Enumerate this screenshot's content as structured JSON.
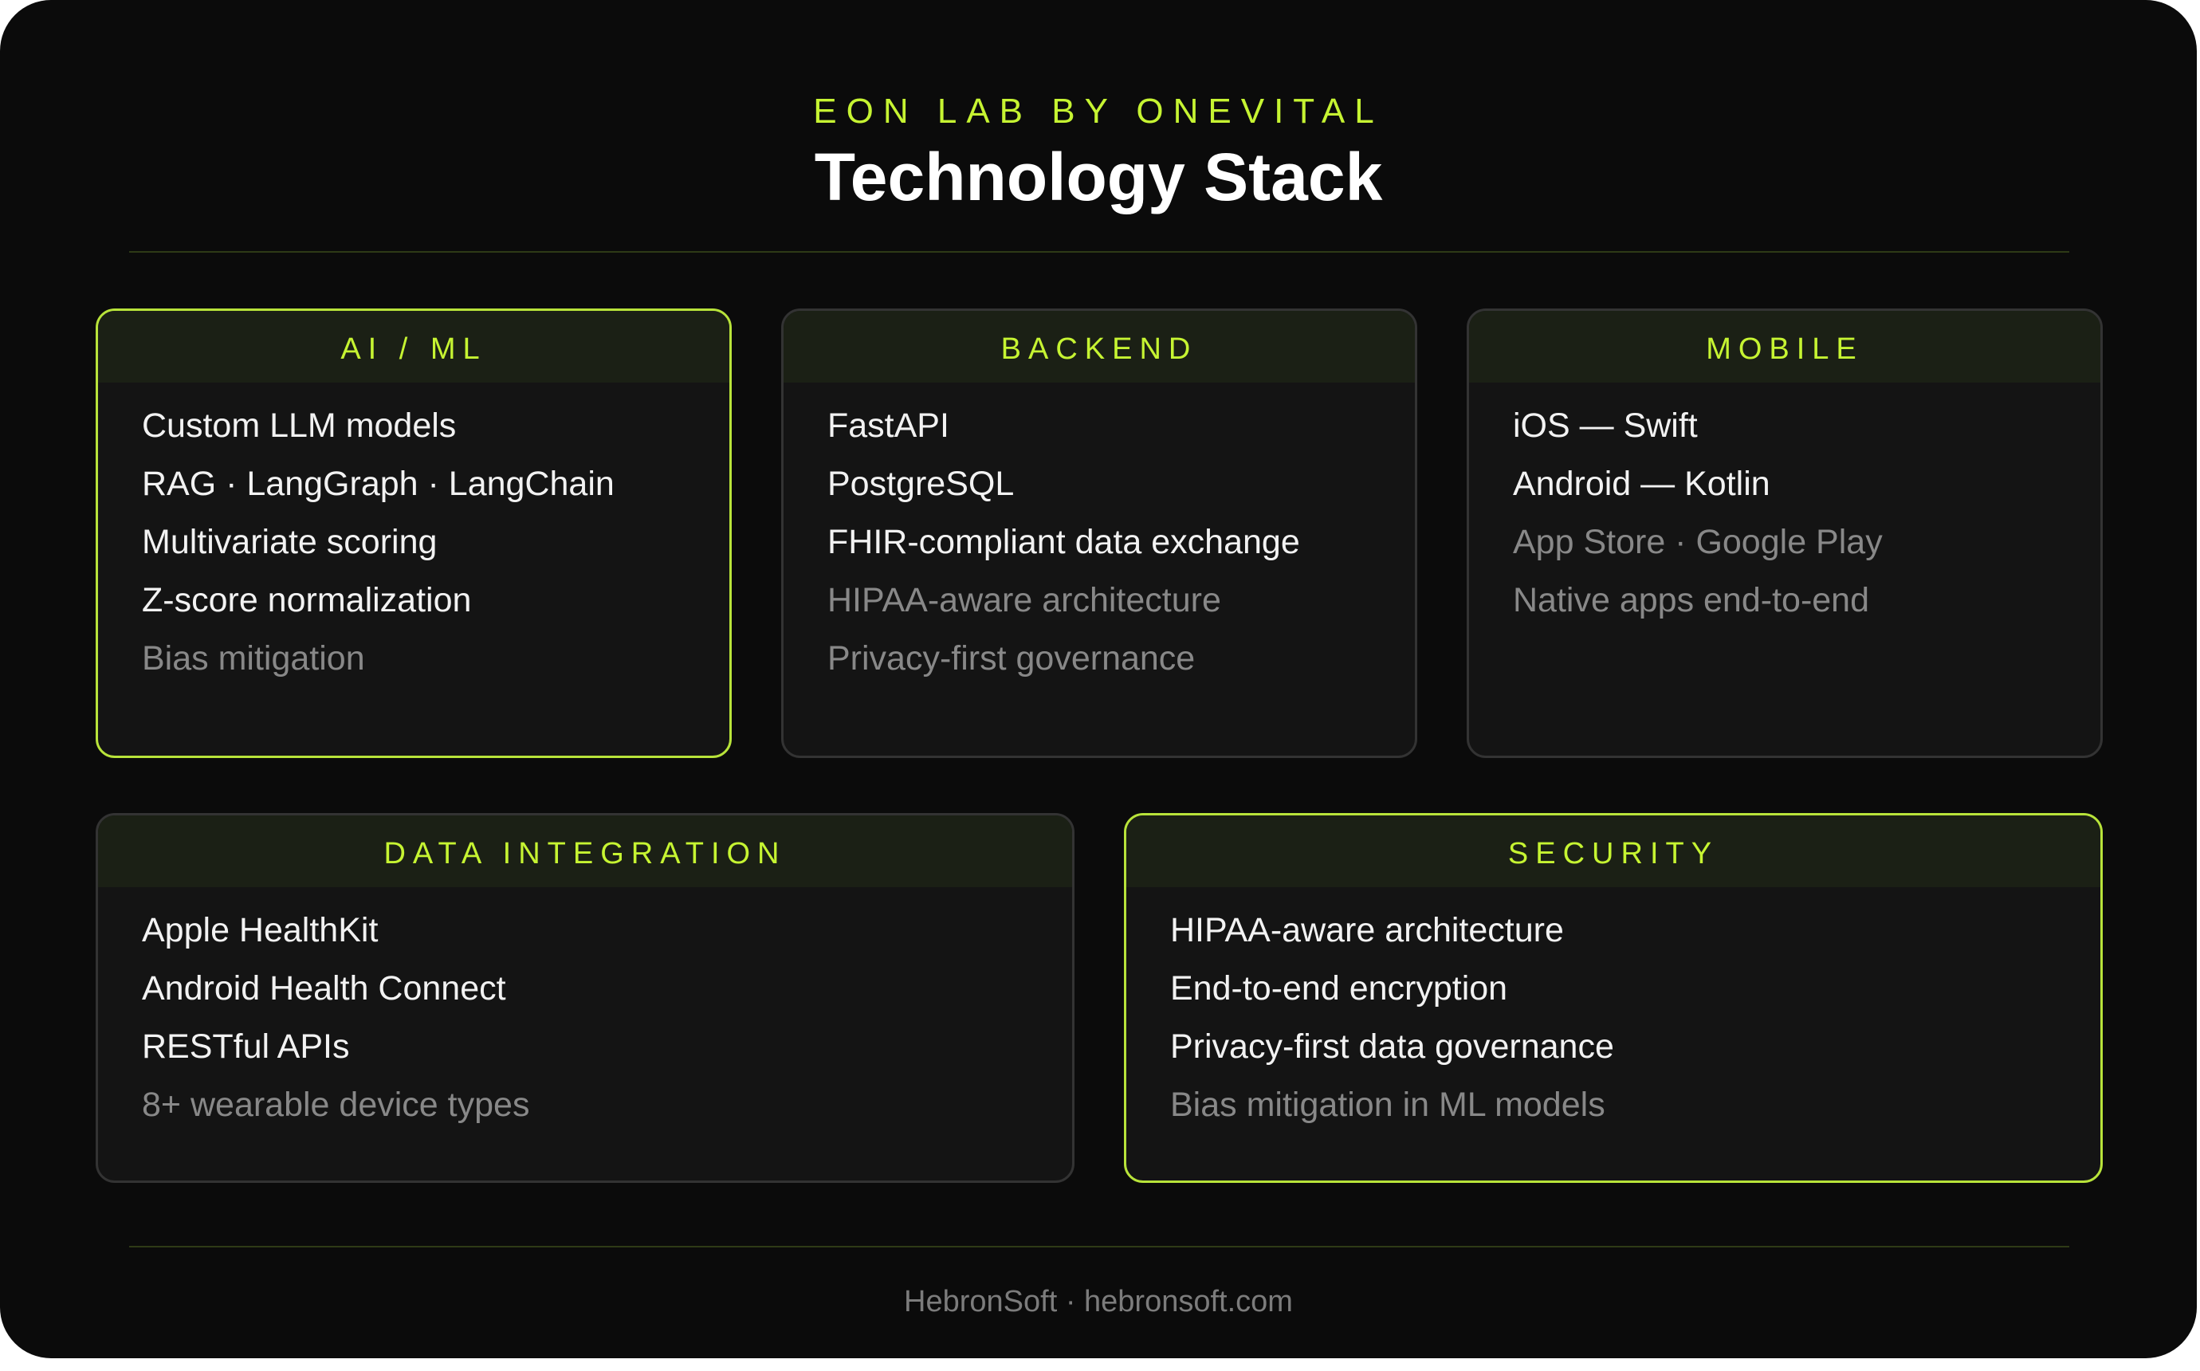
{
  "header": {
    "eyebrow": "EON LAB BY ONEVITAL",
    "title": "Technology Stack"
  },
  "cards": [
    {
      "title": "AI / ML",
      "highlighted": true,
      "items": [
        {
          "text": "Custom LLM models",
          "muted": false
        },
        {
          "text": "RAG · LangGraph · LangChain",
          "muted": false
        },
        {
          "text": "Multivariate scoring",
          "muted": false
        },
        {
          "text": "Z-score normalization",
          "muted": false
        },
        {
          "text": "Bias mitigation",
          "muted": true
        }
      ]
    },
    {
      "title": "BACKEND",
      "highlighted": false,
      "items": [
        {
          "text": "FastAPI",
          "muted": false
        },
        {
          "text": "PostgreSQL",
          "muted": false
        },
        {
          "text": "FHIR-compliant data exchange",
          "muted": false
        },
        {
          "text": "HIPAA-aware architecture",
          "muted": true
        },
        {
          "text": "Privacy-first governance",
          "muted": true
        }
      ]
    },
    {
      "title": "MOBILE",
      "highlighted": false,
      "items": [
        {
          "text": "iOS — Swift",
          "muted": false
        },
        {
          "text": "Android — Kotlin",
          "muted": false
        },
        {
          "text": "App Store · Google Play",
          "muted": true
        },
        {
          "text": "Native apps end-to-end",
          "muted": true
        }
      ]
    },
    {
      "title": "DATA INTEGRATION",
      "highlighted": false,
      "items": [
        {
          "text": "Apple HealthKit",
          "muted": false
        },
        {
          "text": "Android Health Connect",
          "muted": false
        },
        {
          "text": "RESTful APIs",
          "muted": false
        },
        {
          "text": "8+ wearable device types",
          "muted": true
        }
      ]
    },
    {
      "title": "SECURITY",
      "highlighted": true,
      "items": [
        {
          "text": "HIPAA-aware architecture",
          "muted": false
        },
        {
          "text": "End-to-end encryption",
          "muted": false
        },
        {
          "text": "Privacy-first data governance",
          "muted": false
        },
        {
          "text": "Bias mitigation in ML models",
          "muted": true
        }
      ]
    }
  ],
  "footer": {
    "text": "HebronSoft · hebronsoft.com"
  },
  "colors": {
    "accent": "#c6f432",
    "highlight_border": "#b8e33a",
    "background": "#0b0b0b",
    "card_background": "#141414",
    "muted_text": "#888888"
  }
}
